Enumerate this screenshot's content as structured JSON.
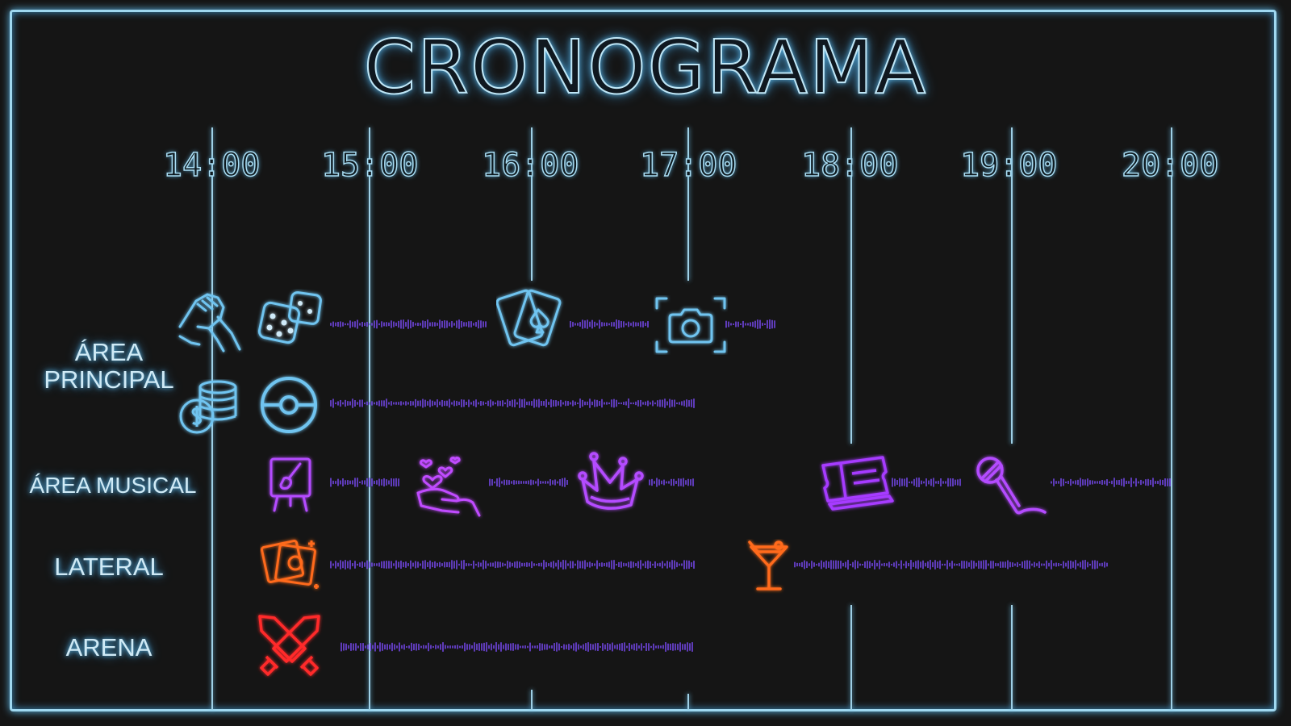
{
  "title": "CRONOGRAMA",
  "times": [
    "14:00",
    "15:00",
    "16:00",
    "17:00",
    "18:00",
    "19:00",
    "20:00"
  ],
  "rows": [
    {
      "label_line1": "ÁREA",
      "label_line2": "PRINCIPAL"
    },
    {
      "label": "ÁREA MUSICAL"
    },
    {
      "label": "LATERAL"
    },
    {
      "label": "ARENA"
    }
  ],
  "icons": [
    "handshake-icon",
    "dice-icon",
    "cards-icon",
    "camera-icon",
    "coins-icon",
    "pokeball-icon",
    "easel-icon",
    "hearts-hand-icon",
    "crown-icon",
    "tickets-icon",
    "microphone-icon",
    "photos-icon",
    "cocktail-icon",
    "crossed-swords-icon"
  ],
  "colors": {
    "frame": "#9fd8f0",
    "blue_neon": "#5fb9e8",
    "purple_neon": "#a23bff",
    "orange_neon": "#ff6a1a",
    "red_neon": "#ff2a2a",
    "wave": "#7a4cff"
  }
}
